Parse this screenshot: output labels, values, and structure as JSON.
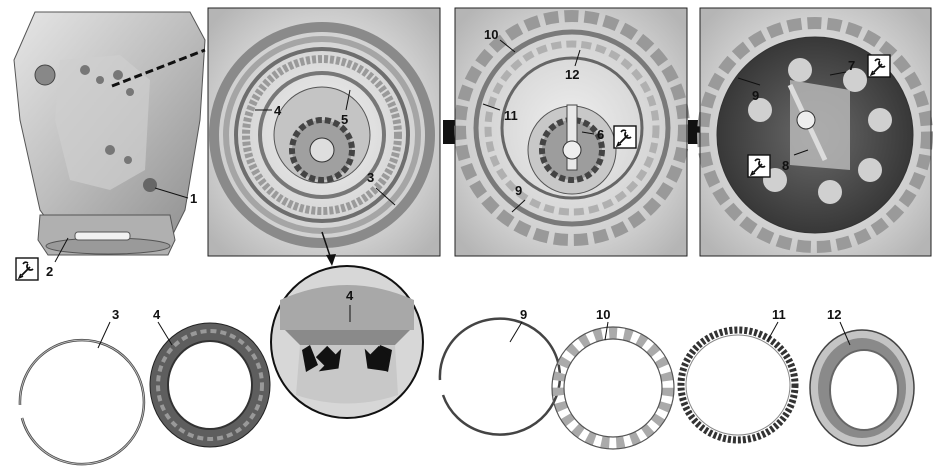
{
  "callouts": {
    "n1": "1",
    "n2": "2",
    "n3a": "3",
    "n3b": "3",
    "n4a": "4",
    "n4b": "4",
    "n4c": "4",
    "n5": "5",
    "n6": "6",
    "n7": "7",
    "n8": "8",
    "n9a": "9",
    "n9b": "9",
    "n9c": "9",
    "n10a": "10",
    "n10b": "10",
    "n11a": "11",
    "n11b": "11",
    "n12a": "12",
    "n12b": "12"
  },
  "icons": {
    "special_tool": "special-tool-icon",
    "arrow": "right-arrow-icon"
  },
  "colors": {
    "line": "#111111",
    "photo_bg": "#d9d9d9",
    "metal_light": "#c8c8c8",
    "metal_dark": "#7a7a7a"
  }
}
